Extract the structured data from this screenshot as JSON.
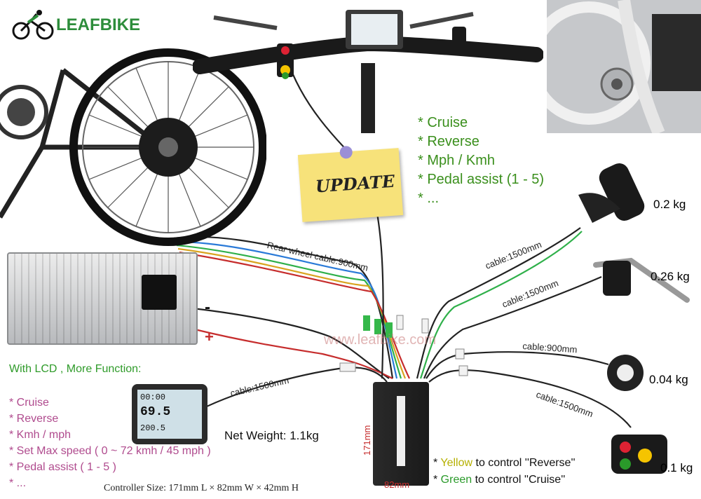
{
  "brand": {
    "name": "LEAFBIKE",
    "color": "#2d8d3b"
  },
  "note": {
    "text": "UPDATE"
  },
  "top_features": [
    "* Cruise",
    "* Reverse",
    "* Mph / Kmh",
    "* Pedal assist (1 - 5)",
    "* ..."
  ],
  "top_features_color": "#3a8f1c",
  "lcd_section": {
    "title": "With LCD , More Function:",
    "items": [
      "* Cruise",
      "* Reverse",
      "* Kmh / mph",
      "* Set Max speed ( 0 ~ 72 kmh / 45 mph )",
      "* Pedal assist ( 1 - 5 )",
      "* ..."
    ],
    "title_color": "#2f9b2a",
    "item_color": "#b04b8e"
  },
  "lcd_screen": {
    "speed": "69.5",
    "odo": "200.5",
    "time": "00:00"
  },
  "watermark": "www.leafbike.com",
  "cables": {
    "rear_wheel": "Rear wheel cable:900mm",
    "throttle": "cable:1500mm",
    "brake": "cable:1500mm",
    "pas": "cable:900mm",
    "switch": "cable:1500mm",
    "lcd": "cable:1500mm"
  },
  "weights": {
    "throttle": "0.2 kg",
    "brake": "0.26 kg",
    "pas": "0.04 kg",
    "switch": "0.1 kg"
  },
  "net_weight": "Net Weight: 1.1kg",
  "battery_terminals": {
    "negative": "-",
    "positive": "+"
  },
  "controller": {
    "size": "Controller Size: 171mm L × 82mm W × 42mm H",
    "height_label": "171mm",
    "width_label": "82mm"
  },
  "control_notes": {
    "yellow": {
      "prefix": "* ",
      "color_word": "Yellow",
      "rest": " to control ''Reverse''"
    },
    "green": {
      "prefix": "* ",
      "color_word": "Green",
      "rest": " to control ''Cruise''"
    }
  }
}
